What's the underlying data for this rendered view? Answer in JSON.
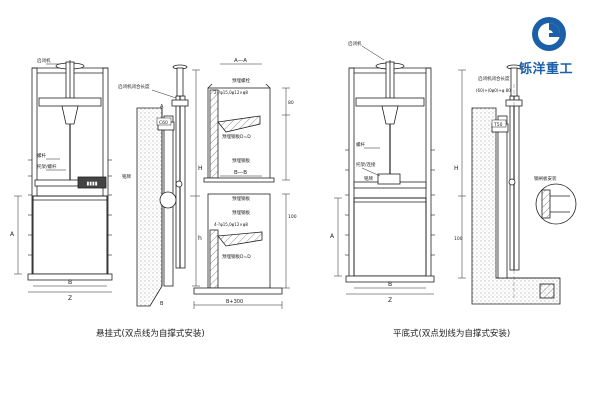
{
  "brand": {
    "name": "铄洋重工",
    "color": "#1b5fa8",
    "logo_icon": "company-logo-icon"
  },
  "left_drawing": {
    "caption": "悬挂式(双点线为自撑式安装)",
    "labels": {
      "handwheel": "启闭机",
      "closed_height": "启闭机闭合长度",
      "rod": "螺杆",
      "guide_frame": "托架/螺杆",
      "nameplate": "铭牌",
      "section_aa": "A—A",
      "section_bb": "B—B",
      "bolt_spec_a": "2-?φ15,0φ12×φ8",
      "bolt_spec_b": "4-?φ15,0φ12×φ8",
      "plate_a": "预埋钢板D=D",
      "plate_b": "预埋钢板D=D",
      "emb_a1": "预埋螺栓",
      "emb_a2": "预埋钢板",
      "emb_b1": "预埋钢板",
      "emb_b2": "预埋钢板",
      "dim_width": "B",
      "dim_outer": "Z",
      "dim_base": "B+300",
      "dim_height": "A",
      "dim_total": "H",
      "dim_offset": "h",
      "dim_v1": "80",
      "dim_v2": "100",
      "cut_a": "A",
      "cut_b": "B",
      "tag": "C60"
    }
  },
  "right_drawing": {
    "caption": "平底式(双点划线为自撑式安装)",
    "labels": {
      "handwheel": "启闭机",
      "closed_height": "启闭机闭合长度",
      "rod": "螺杆",
      "guide_frame": "托架/连接",
      "nameplate": "铭牌",
      "slope_detail": "钢闸板安装",
      "dim_width": "B",
      "dim_outer": "Z",
      "dim_height": "A",
      "dim_total": "H",
      "dim_v1": "100",
      "tag": "T50",
      "bolt_spec": "(60)+(0φ0)+φ 80"
    }
  }
}
